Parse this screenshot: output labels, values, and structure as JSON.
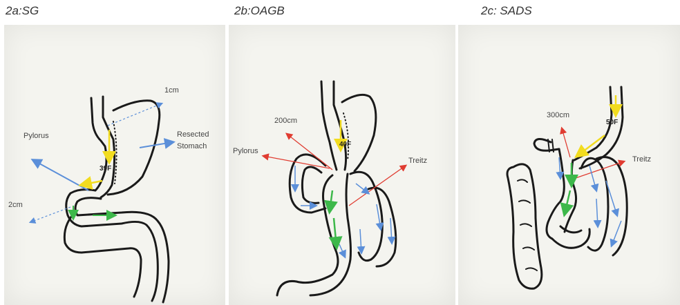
{
  "colors": {
    "blue": "#5b8fd9",
    "red": "#e03c31",
    "yellow": "#f2dc1f",
    "green": "#3db84a",
    "ink": "#1a1a1a",
    "paper": "#f4f4ef"
  },
  "panels": [
    {
      "title": "2a:SG",
      "labels": {
        "one_cm": "1cm",
        "pylorus": "Pylorus",
        "resected_line1": "Resected",
        "resected_line2": "Stomach",
        "bougie": "39F",
        "two_cm": "2cm"
      }
    },
    {
      "title": "2b:OAGB",
      "labels": {
        "two_hundred_cm": "200cm",
        "pylorus": "Pylorus",
        "treitz": "Treitz",
        "bougie": "40F"
      }
    },
    {
      "title": "2c: SADS",
      "labels": {
        "three_hundred_cm": "300cm",
        "bougie": "50F",
        "treitz": "Treitz"
      }
    }
  ]
}
